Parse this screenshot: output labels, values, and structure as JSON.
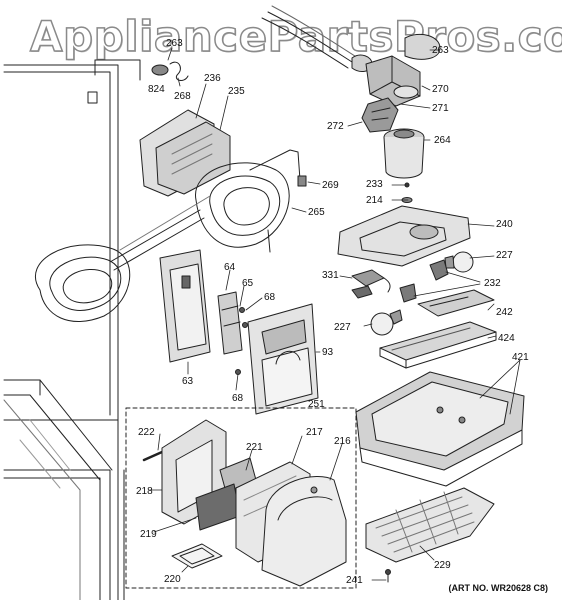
{
  "watermark": "AppliancePartsPros.com",
  "art_number": "(ART NO. WR20628 C8)",
  "parts": [
    {
      "id": "p263a",
      "label": "263"
    },
    {
      "id": "p263b",
      "label": "263"
    },
    {
      "id": "p824",
      "label": "824"
    },
    {
      "id": "p268",
      "label": "268"
    },
    {
      "id": "p236",
      "label": "236"
    },
    {
      "id": "p235",
      "label": "235"
    },
    {
      "id": "p270",
      "label": "270"
    },
    {
      "id": "p271",
      "label": "271"
    },
    {
      "id": "p272",
      "label": "272"
    },
    {
      "id": "p264",
      "label": "264"
    },
    {
      "id": "p269",
      "label": "269"
    },
    {
      "id": "p233",
      "label": "233"
    },
    {
      "id": "p214",
      "label": "214"
    },
    {
      "id": "p265",
      "label": "265"
    },
    {
      "id": "p240",
      "label": "240"
    },
    {
      "id": "p227a",
      "label": "227"
    },
    {
      "id": "p331",
      "label": "331"
    },
    {
      "id": "p232",
      "label": "232"
    },
    {
      "id": "p64",
      "label": "64"
    },
    {
      "id": "p65",
      "label": "65"
    },
    {
      "id": "p68a",
      "label": "68"
    },
    {
      "id": "p242",
      "label": "242"
    },
    {
      "id": "p227b",
      "label": "227"
    },
    {
      "id": "p424",
      "label": "424"
    },
    {
      "id": "p93",
      "label": "93"
    },
    {
      "id": "p63",
      "label": "63"
    },
    {
      "id": "p421",
      "label": "421"
    },
    {
      "id": "p68b",
      "label": "68"
    },
    {
      "id": "p251",
      "label": "251"
    },
    {
      "id": "p222",
      "label": "222"
    },
    {
      "id": "p217",
      "label": "217"
    },
    {
      "id": "p221",
      "label": "221"
    },
    {
      "id": "p216",
      "label": "216"
    },
    {
      "id": "p218",
      "label": "218"
    },
    {
      "id": "p219",
      "label": "219"
    },
    {
      "id": "p220",
      "label": "220"
    },
    {
      "id": "p229",
      "label": "229"
    },
    {
      "id": "p241",
      "label": "241"
    }
  ]
}
